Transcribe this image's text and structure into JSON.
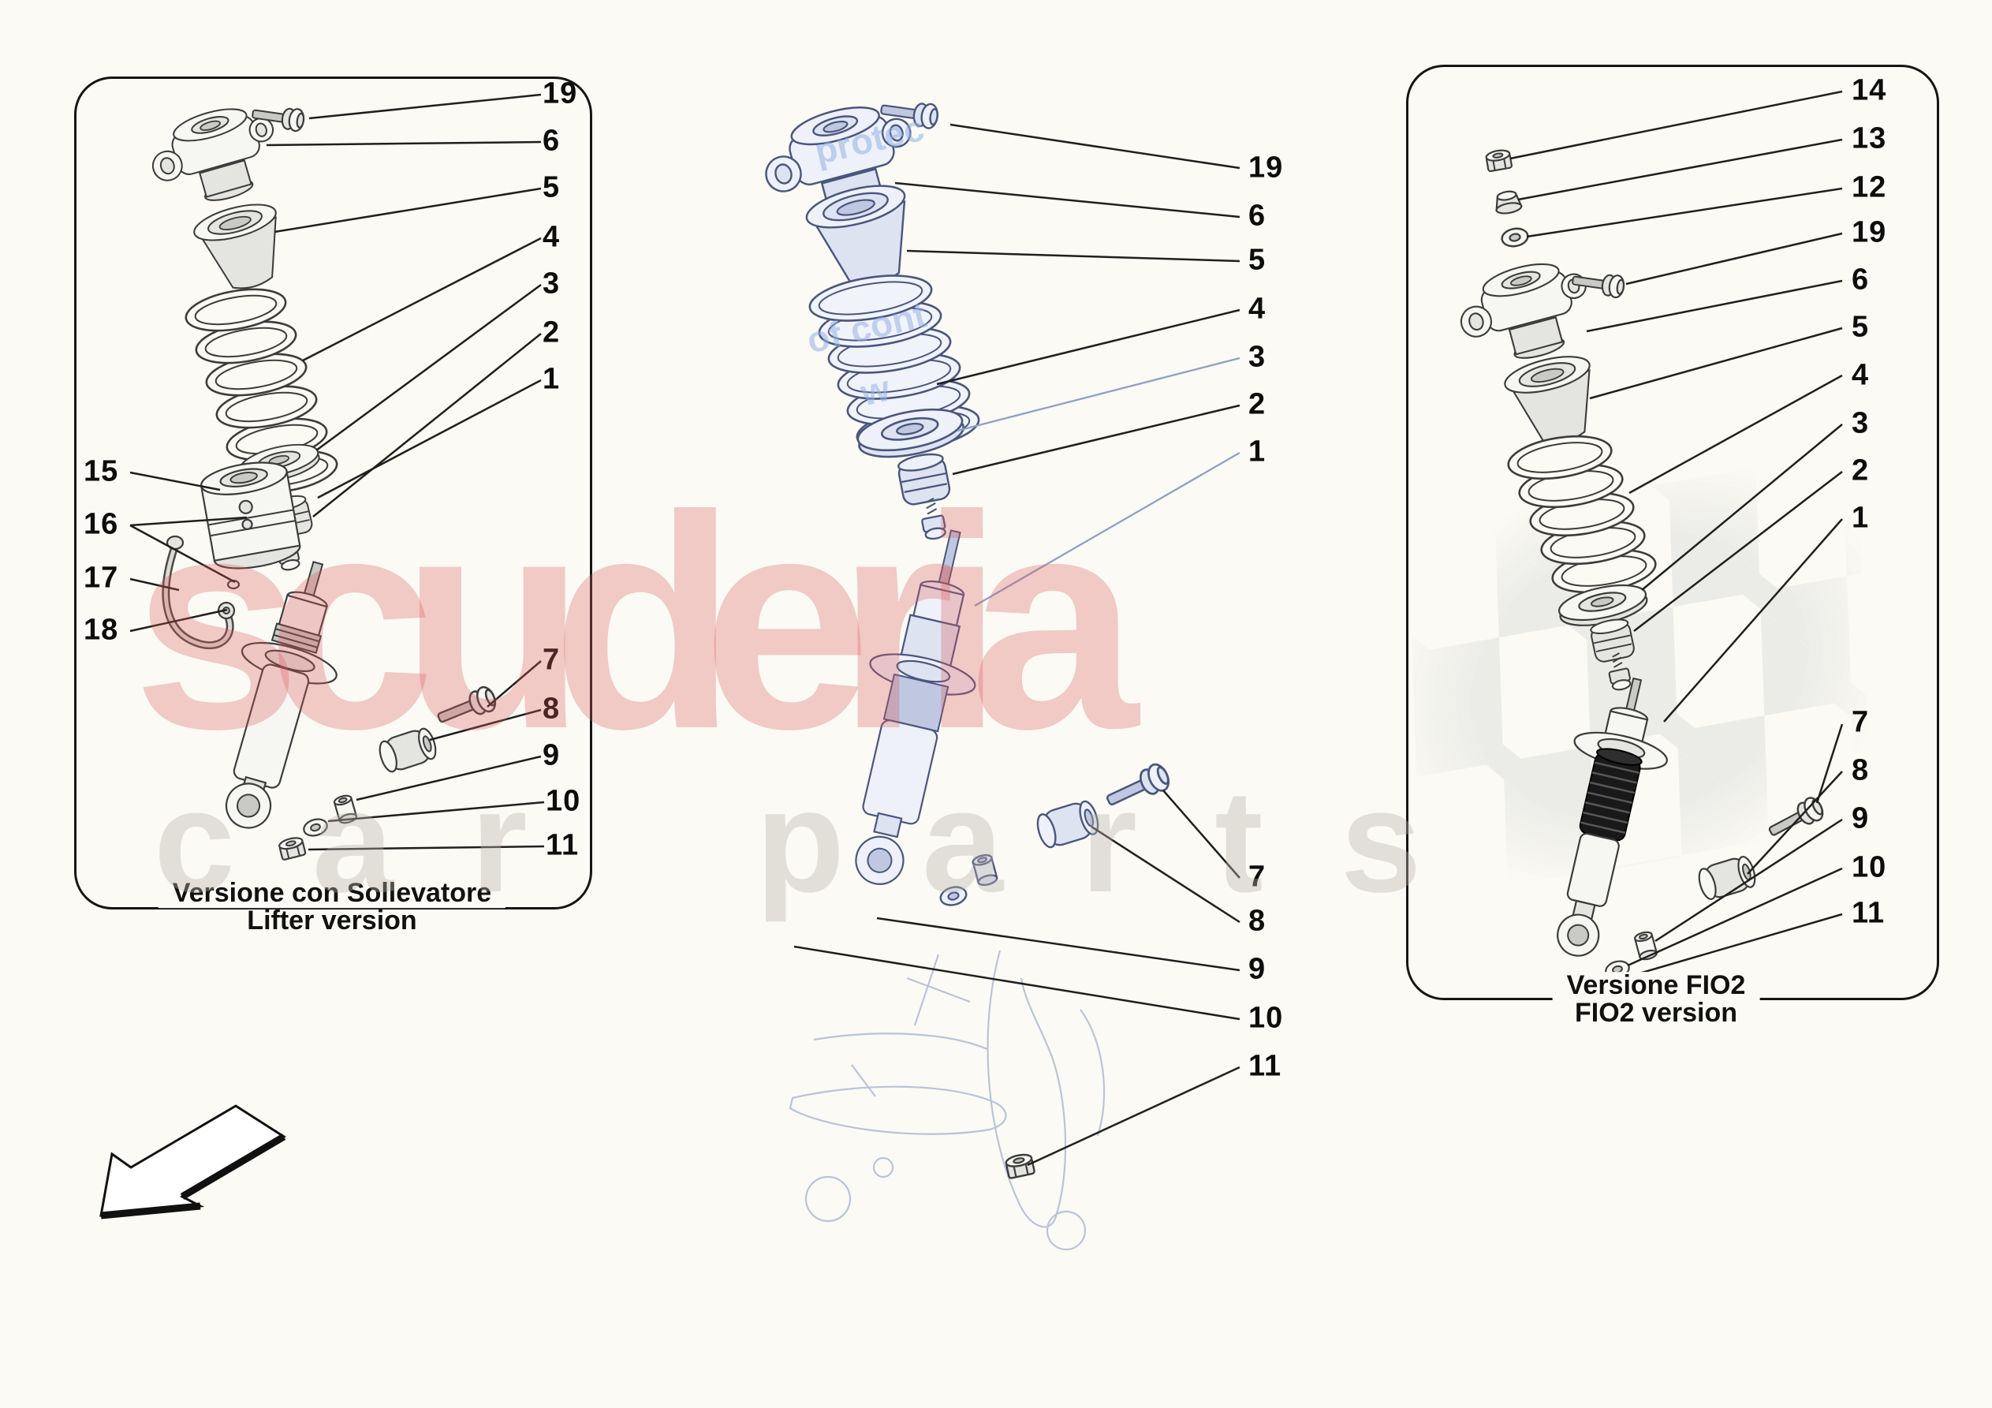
{
  "page": {
    "background": "#fbfaf4"
  },
  "watermark": {
    "brand_text": "scuderia",
    "brand_color": "#d95858",
    "tagline_text": "car parts",
    "tagline_color": "#bab4ac",
    "overlay_fragments": [
      "protec",
      "of cont",
      "w"
    ]
  },
  "icons": {
    "arrow": "down-left-arrow"
  },
  "panels": {
    "left": {
      "caption_line1": "Versione con Sollevatore",
      "caption_line2": "Lifter version",
      "callouts": [
        "19",
        "6",
        "5",
        "4",
        "3",
        "2",
        "1",
        "7",
        "8",
        "9",
        "10",
        "11",
        "15",
        "16",
        "17",
        "18"
      ]
    },
    "center": {
      "callouts": [
        "19",
        "6",
        "5",
        "4",
        "3",
        "2",
        "1",
        "7",
        "8",
        "9",
        "10",
        "11"
      ]
    },
    "right": {
      "caption_line1": "Versione FIO2",
      "caption_line2": "FIO2 version",
      "callouts": [
        "14",
        "13",
        "12",
        "19",
        "6",
        "5",
        "4",
        "3",
        "2",
        "1",
        "7",
        "8",
        "9",
        "10",
        "11"
      ]
    }
  }
}
